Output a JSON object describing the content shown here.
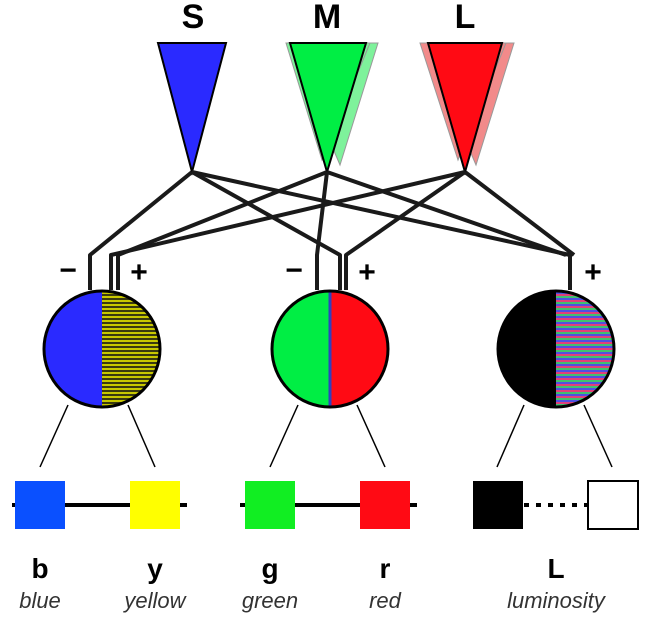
{
  "cones": [
    {
      "label": "S",
      "color": "#2a2aff",
      "shadow": null
    },
    {
      "label": "M",
      "color": "#00ee44",
      "shadow": "#7ef29b"
    },
    {
      "label": "L",
      "color": "#ff0a14",
      "shadow": "#f28a8a"
    }
  ],
  "channels": [
    {
      "minus": "−",
      "plus": "+",
      "left_color": "#2a2aff",
      "right_pattern": "yellow-stripes"
    },
    {
      "minus": "−",
      "plus": "+",
      "left_color": "#00ee44",
      "right_color": "#ff0a14"
    },
    {
      "plus": "+",
      "left_color": "#000000",
      "right_pattern": "rgb-stripes"
    }
  ],
  "swatches": [
    {
      "letter": "b",
      "word": "blue",
      "color": "#0a50ff"
    },
    {
      "letter": "y",
      "word": "yellow",
      "color": "#ffff00"
    },
    {
      "letter": "g",
      "word": "green",
      "color": "#11ee22"
    },
    {
      "letter": "r",
      "word": "red",
      "color": "#ff0a14"
    }
  ],
  "luminosity": {
    "letter": "L",
    "word": "luminosity",
    "dark": "#000000",
    "light": "#ffffff"
  }
}
